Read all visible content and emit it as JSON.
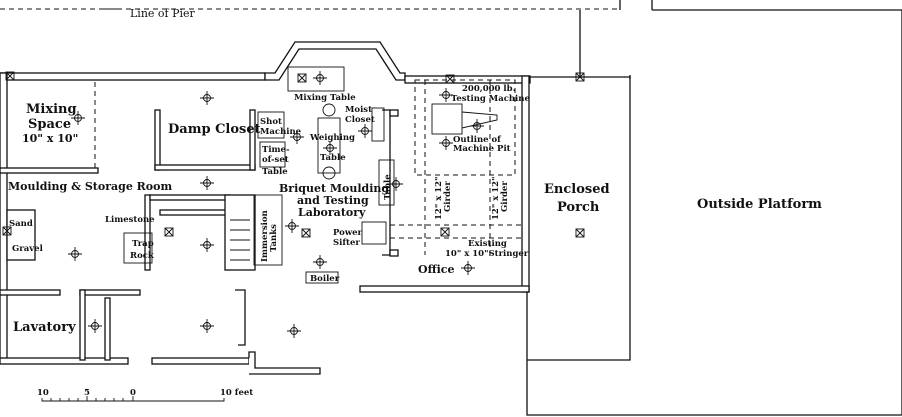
{
  "title_line": "Line of Pier",
  "rooms": {
    "mixing_space": "Mixing",
    "mixing_space_2": "Space",
    "mixing_space_dim": "10\" x 10\"",
    "damp_closet": "Damp Closet",
    "moulding_storage": "Moulding & Storage Room",
    "sand": "Sand",
    "gravel": "Gravel",
    "limestone": "Limestone",
    "trap": "Trap",
    "rock": "Rock",
    "lab_1": "Briquet Moulding",
    "lab_2": "and Testing",
    "lab_3": "Laboratory",
    "lavatory": "Lavatory",
    "office": "Office",
    "porch_1": "Enclosed",
    "porch_2": "Porch",
    "platform": "Outside Platform"
  },
  "equipment": {
    "mixing_table": "Mixing Table",
    "shot_1": "Shot",
    "shot_2": "Machine",
    "tos_1": "Time-",
    "tos_2": "of-set",
    "tos_3": "Table",
    "weigh_1": "Weighing",
    "weigh_2": "Table",
    "moist_1": "Moist",
    "moist_2": "Closet",
    "table": "Table",
    "immersion_1": "Immersion",
    "immersion_2": "Tanks",
    "power_1": "Power",
    "power_2": "Sifter",
    "boiler": "Boiler",
    "tm_1": "200,000 lb.",
    "tm_2": "Testing Machine",
    "pit_1": "Outline of",
    "pit_2": "Machine Pit",
    "girder_1": "12\" x 12\"",
    "girder_2": "Girder",
    "stringer_1": "Existing",
    "stringer_2": "10\" x 10\"Stringer"
  },
  "scale": {
    "t10a": "10",
    "t5": "5",
    "t0": "0",
    "t10b": "10 feet"
  }
}
